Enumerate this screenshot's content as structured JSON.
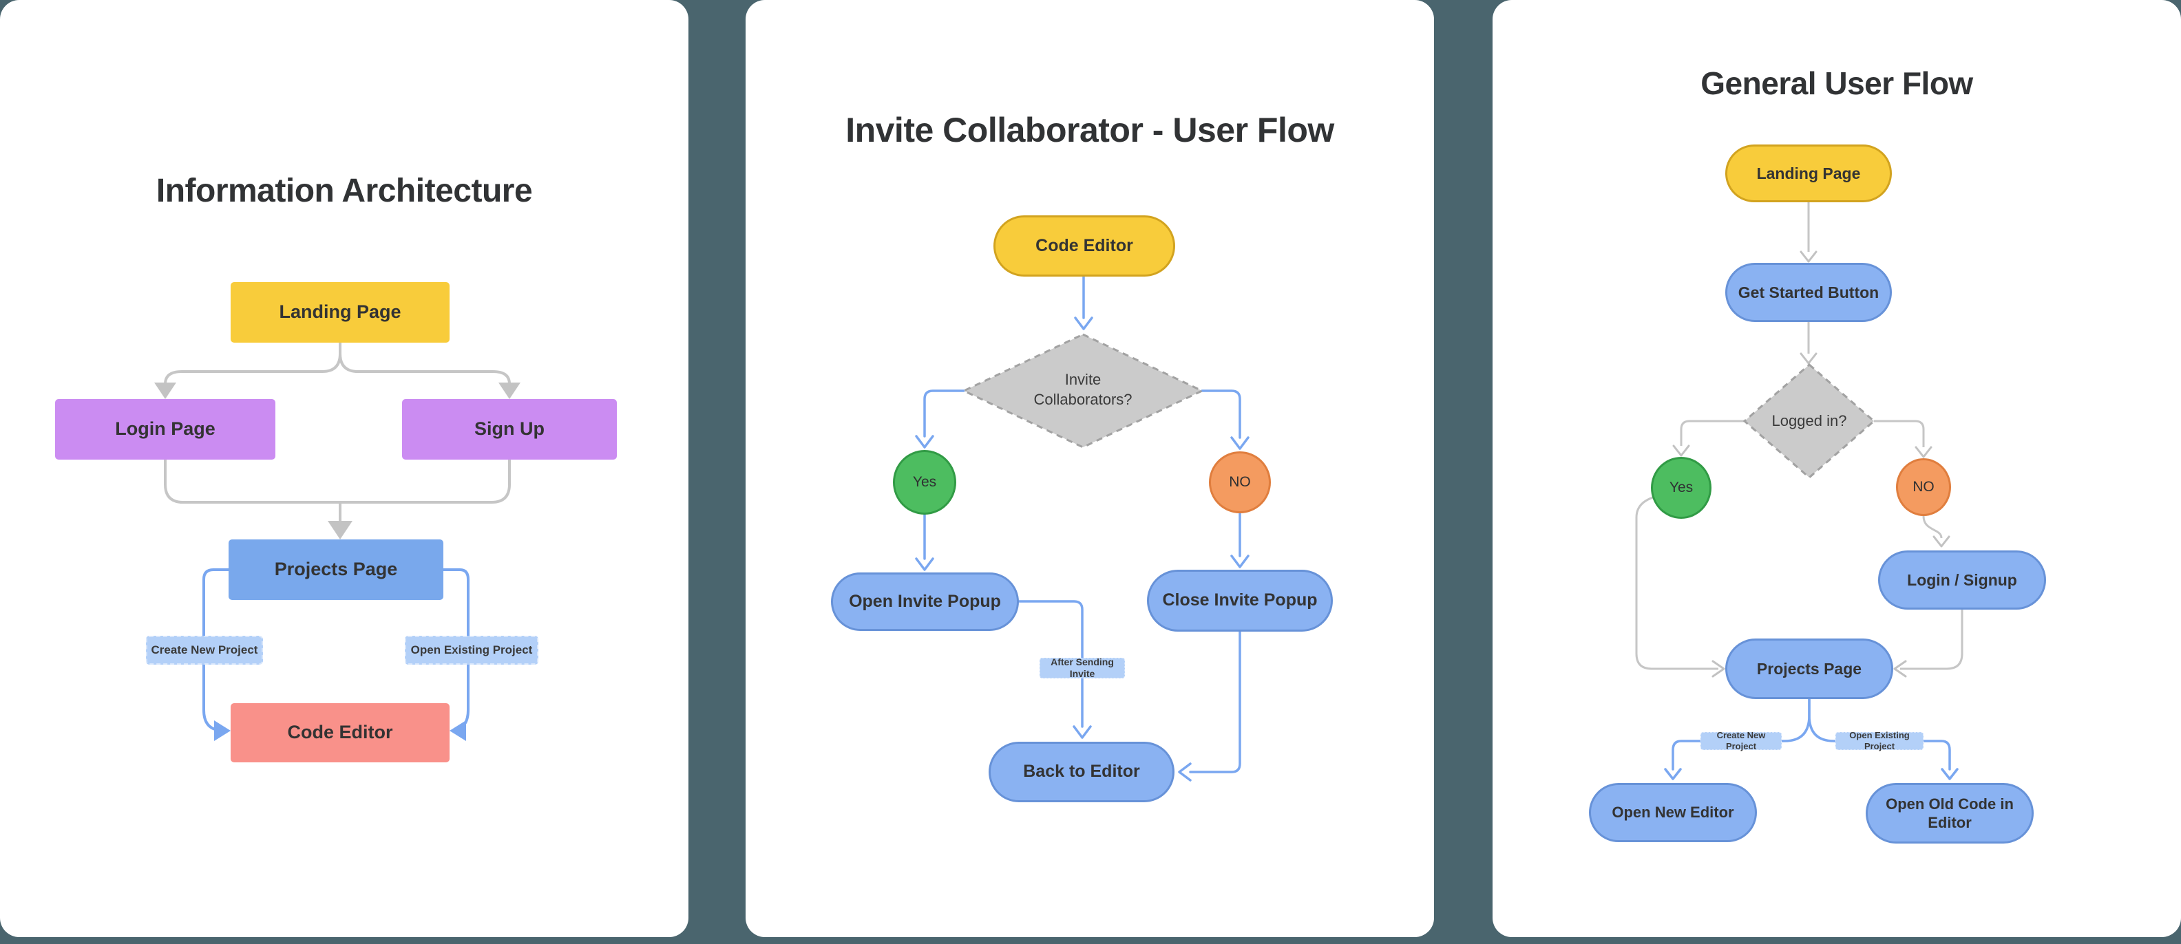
{
  "colors": {
    "board_background": "#4A656E",
    "card_background": "#FFFFFF",
    "node_yellow": "#F8CC3B",
    "node_yellow_border": "#D2A31F",
    "node_purple": "#CB8CF2",
    "node_blue": "#79A8EC",
    "node_blue_pill": "#8AB2F2",
    "node_blue_pill_border": "#6792D8",
    "node_salmon": "#F9918A",
    "node_green": "#4DBD60",
    "node_orange": "#F49B60",
    "decision_gray": "#CBCBCB",
    "label_blue": "#B3D0F8",
    "connector_gray": "#C6C6C6",
    "connector_blue": "#7AA7F0",
    "text_dark": "#333333"
  },
  "card1": {
    "title": "Information Architecture",
    "landing": "Landing Page",
    "login": "Login Page",
    "signup": "Sign Up",
    "projects": "Projects Page",
    "create_label": "Create New Project",
    "open_label": "Open Existing Project",
    "editor": "Code Editor"
  },
  "card2": {
    "title": "Invite Collaborator - User Flow",
    "editor": "Code Editor",
    "decision": "Invite Collaborators?",
    "yes": "Yes",
    "no": "NO",
    "open_popup": "Open Invite Popup",
    "close_popup": "Close Invite Popup",
    "after_label": "After Sending Invite",
    "back": "Back to Editor"
  },
  "card3": {
    "title": "General User Flow",
    "landing": "Landing Page",
    "get_started": "Get Started Button",
    "decision": "Logged in?",
    "yes": "Yes",
    "no": "NO",
    "login_signup": "Login / Signup",
    "projects": "Projects Page",
    "create_label": "Create New Project",
    "open_existing_label": "Open Existing Project",
    "new_editor": "Open New Editor",
    "old_editor": "Open Old Code in Editor"
  }
}
